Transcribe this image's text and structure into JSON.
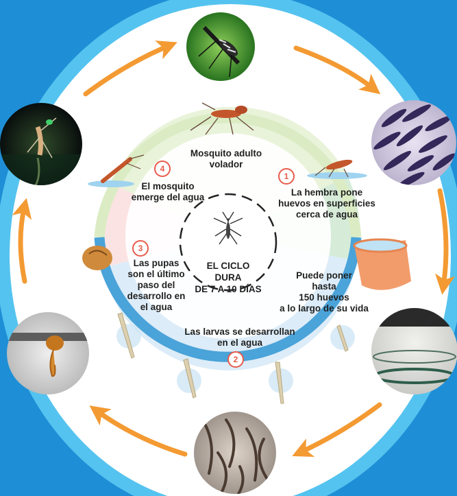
{
  "colors": {
    "frame_blue": "#1e8fd6",
    "ring_blue": "#4aa3d9",
    "arrow_orange": "#f39a33",
    "step_number_red": "#e85a4a",
    "sector_green": "#dfeec8",
    "sector_pink": "#f7d6d6"
  },
  "center": {
    "line1": "EL CICLO DURA",
    "line2": "DE 7 A 10 DÍAS"
  },
  "stages": {
    "adult": {
      "line1": "Mosquito adulto",
      "line2": "volador"
    },
    "step1": {
      "number": "1",
      "line1": "La hembra pone",
      "line2": "huevos en superficies",
      "line3": "cerca de agua"
    },
    "eggs_count": {
      "line1": "Puede poner",
      "line2": "hasta",
      "line3": "150 huevos",
      "line4": "a lo largo de su vida"
    },
    "step2": {
      "number": "2",
      "line1": "Las larvas se desarrollan",
      "line2": "en el agua"
    },
    "step3": {
      "number": "3",
      "line1": "Las pupas",
      "line2": "son el último",
      "line3": "paso del",
      "line4": "desarrollo en",
      "line5": "el agua"
    },
    "step4": {
      "number": "4",
      "line1": "El mosquito",
      "line2": "emerge del agua"
    }
  },
  "photos": [
    {
      "name": "photo-adult-mosquito",
      "icon": "mosquito-photo-icon"
    },
    {
      "name": "photo-eggs",
      "icon": "eggs-photo-icon"
    },
    {
      "name": "photo-water-container",
      "icon": "water-container-photo-icon"
    },
    {
      "name": "photo-larvae",
      "icon": "larvae-photo-icon"
    },
    {
      "name": "photo-pupa",
      "icon": "pupa-photo-icon"
    },
    {
      "name": "photo-emerging-mosquito",
      "icon": "emerging-mosquito-photo-icon"
    }
  ]
}
